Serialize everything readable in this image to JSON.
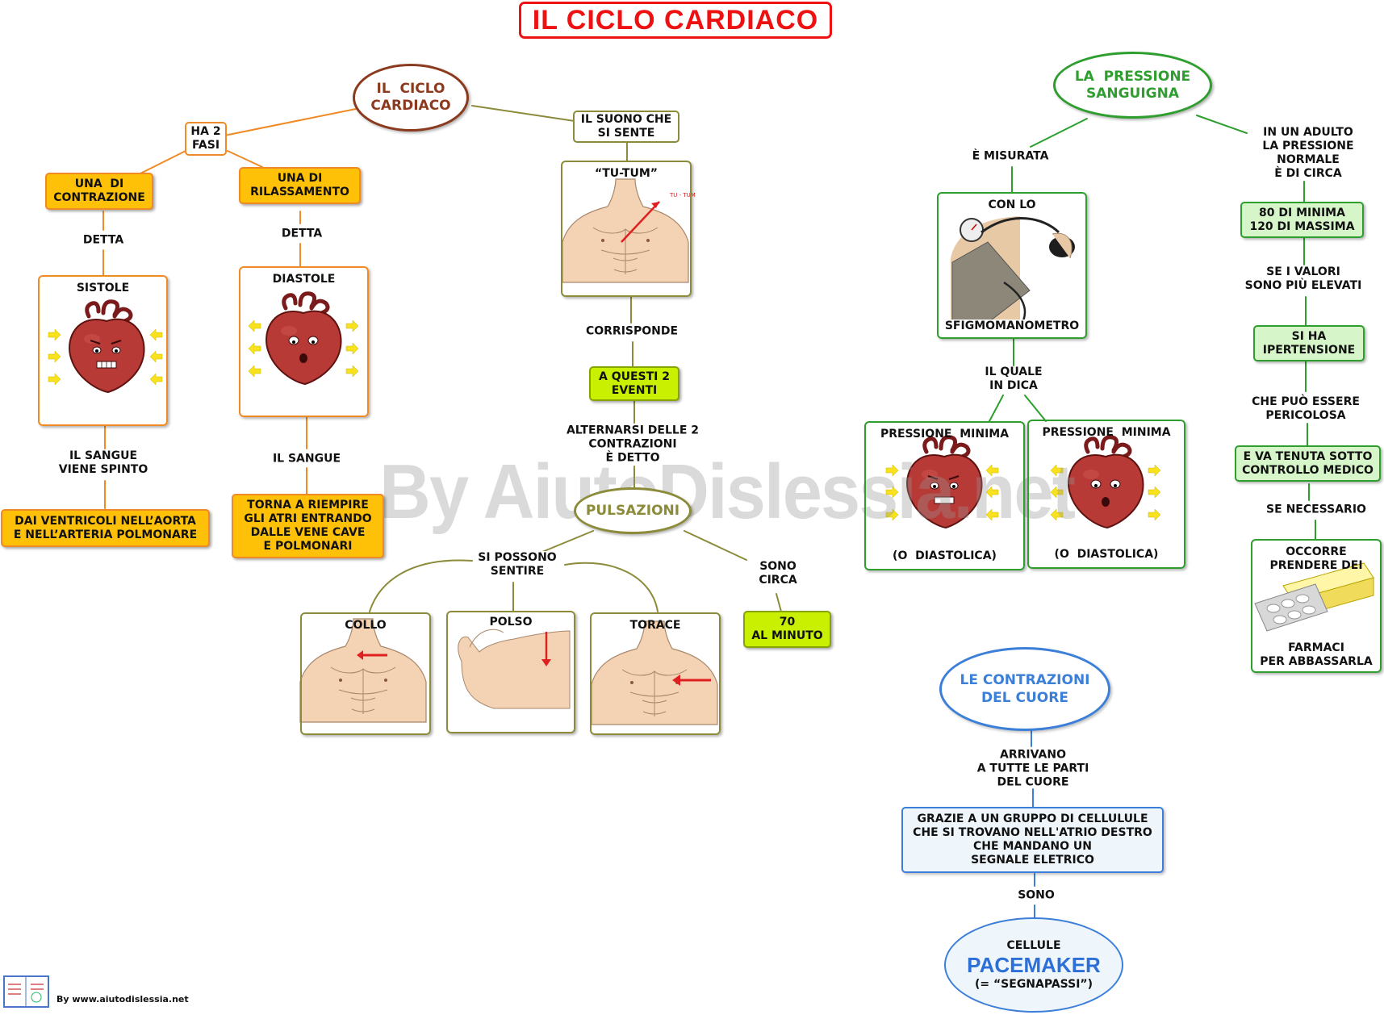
{
  "title": "IL CICLO CARDIACO",
  "watermark": "By AiutoDislessia.net",
  "footer": "By www.aiutodislessia.net",
  "colors": {
    "title": "#e11111",
    "cycle": "#8b3a1e",
    "orange": "#f08a24",
    "olive": "#8b8b3a",
    "green": "#2e9e2e",
    "blue": "#3b7fd9",
    "arrow": "#e02020"
  },
  "ciclo": {
    "center": "IL  CICLO\nCARDIACO",
    "ha2fasi": "HA 2\nFASI",
    "contrazione": "UNA  DI\nCONTRAZIONE",
    "rilassamento": "UNA DI\nRILASSAMENTO",
    "detta1": "DETTA",
    "detta2": "DETTA",
    "sistole": "SISTOLE",
    "diastole": "DIASTOLE",
    "sangue_spinto": "IL SANGUE\nVIENE SPINTO",
    "il_sangue": "IL SANGUE",
    "ventricoli": "DAI VENTRICOLI NELL’AORTA\nE NELL’ARTERIA POLMONARE",
    "torna": "TORNA A RIEMPIRE\nGLI ATRI ENTRANDO\nDALLE VENE CAVE\nE POLMONARI"
  },
  "suono": {
    "label": "IL SUONO CHE\nSI SENTE",
    "tutum": "“TU-TUM”",
    "tutum_small": "TU - TUM",
    "corrisponde": "CORRISPONDE",
    "eventi": "A QUESTI 2\nEVENTI",
    "alternarsi": "ALTERNARSI DELLE 2\nCONTRAZIONI\nÈ DETTO",
    "pulsazioni": "PULSAZIONI",
    "possono": "SI POSSONO\nSENTIRE",
    "sono_circa": "SONO\nCIRCA",
    "al_minuto": "70\nAL MINUTO",
    "collo": "COLLO",
    "polso": "POLSO",
    "torace": "TORACE"
  },
  "pressione": {
    "title": "LA  PRESSIONE\nSANGUIGNA",
    "misurata": "È MISURATA",
    "con_lo": "CON LO",
    "sfigmo": "SFIGMOMANOMETRO",
    "il_quale": "IL QUALE\nIN DICA",
    "minima1": "PRESSIONE  MINIMA",
    "minima2": "PRESSIONE  MINIMA",
    "diastolica1": "(O  DIASTOLICA)",
    "diastolica2": "(O  DIASTOLICA)",
    "adulto": "IN UN ADULTO\nLA PRESSIONE\nNORMALE\nÈ DI CIRCA",
    "valori": "80 DI MINIMA\n120 DI MASSIMA",
    "se_valori": "SE I VALORI\nSONO PIÙ ELEVATI",
    "ipertensione": "SI HA\nIPERTENSIONE",
    "pericolosa": "CHE PUÒ ESSERE\nPERICOLOSA",
    "controllo": "E VA TENUTA SOTTO\nCONTROLLO MEDICO",
    "necessario": "SE NECESSARIO",
    "occorre": "OCCORRE\nPRENDERE DEI",
    "farmaci": "FARMACI\nPER ABBASSARLA"
  },
  "contrazioni": {
    "title": "LE CONTRAZIONI\nDEL CUORE",
    "arrivano": "ARRIVANO\nA TUTTE LE PARTI\nDEL CUORE",
    "grazie": "GRAZIE A UN GRUPPO DI CELLULULE\nCHE SI TROVANO NELL'ATRIO DESTRO\nCHE MANDANO UN\nSEGNALE ELETRICO",
    "sono": "SONO",
    "cellule": "CELLULE",
    "pacemaker": "PACEMAKER",
    "segnapassi": "(= “SEGNAPASSI”)"
  }
}
